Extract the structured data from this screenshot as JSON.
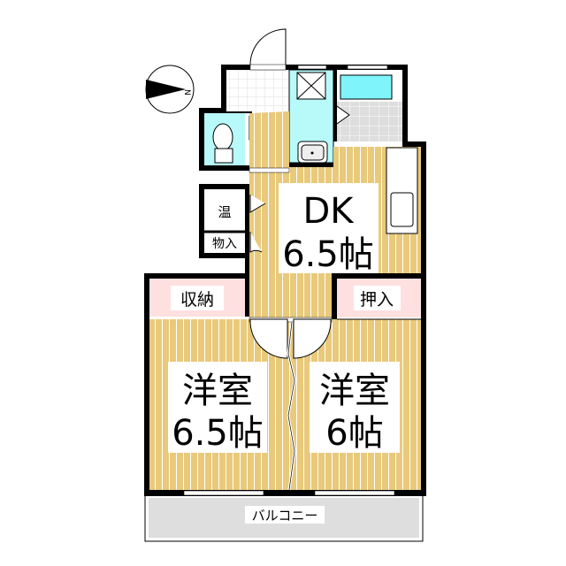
{
  "rooms": {
    "dk": {
      "name": "DK",
      "size": "6.5帖"
    },
    "western_left": {
      "name": "洋室",
      "size": "6.5帖"
    },
    "western_right": {
      "name": "洋室",
      "size": "6帖"
    },
    "storage_left": "収納",
    "closet_right": "押入",
    "water_heater": "温",
    "storage_small": "物入",
    "balcony": "バルコニー"
  },
  "compass": {
    "label": "N"
  },
  "colors": {
    "wood": "#e9c97a",
    "bath": "#b8fafa",
    "tub": "#7ff5fb",
    "storage": "#ffe0e0",
    "tile": "#dedede",
    "balcony": "#dedede"
  }
}
